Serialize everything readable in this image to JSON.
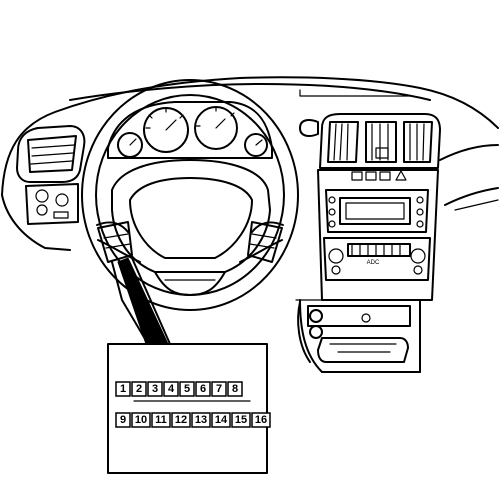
{
  "diagram": {
    "radio_label": "ADC",
    "connector": {
      "top_row": [
        "1",
        "2",
        "3",
        "4",
        "5",
        "6",
        "7",
        "8"
      ],
      "bottom_row": [
        "9",
        "10",
        "11",
        "12",
        "13",
        "14",
        "15",
        "16"
      ]
    }
  }
}
